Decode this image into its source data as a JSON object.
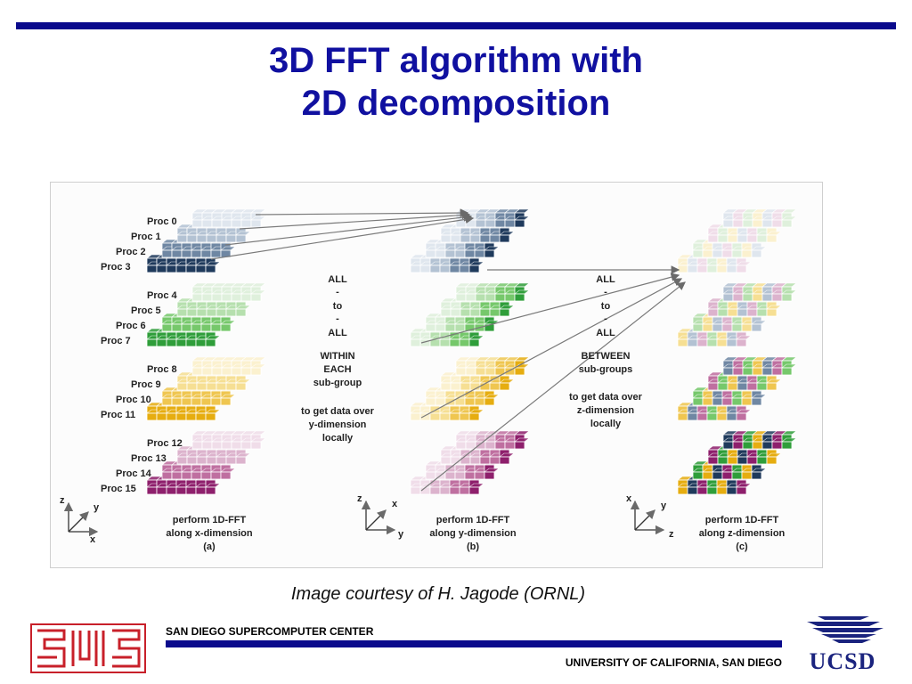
{
  "title_line1": "3D FFT algorithm with",
  "title_line2": "2D decomposition",
  "caption": "Image courtesy of H. Jagode (ORNL)",
  "footer": {
    "sdsc": "SAN DIEGO SUPERCOMPUTER CENTER",
    "uc": "UNIVERSITY OF CALIFORNIA, SAN DIEGO",
    "ucsd": "UCSD"
  },
  "figure": {
    "procs": [
      "Proc 0",
      "Proc 1",
      "Proc 2",
      "Proc 3",
      "Proc 4",
      "Proc 5",
      "Proc 6",
      "Proc 7",
      "Proc 8",
      "Proc 9",
      "Proc 10",
      "Proc 11",
      "Proc 12",
      "Proc 13",
      "Proc 14",
      "Proc 15"
    ],
    "colors": {
      "blue": [
        "#dfe6ee",
        "#b3c2d3",
        "#6f87a3",
        "#1f3a5c"
      ],
      "green": [
        "#dff0dc",
        "#b6e0ae",
        "#76c86b",
        "#2f9e3a"
      ],
      "yellow": [
        "#fbf1cf",
        "#f6df93",
        "#efc650",
        "#e6ad10"
      ],
      "purple": [
        "#f0dde9",
        "#dcb3cd",
        "#bf6fa0",
        "#8e1f6c"
      ]
    },
    "within": {
      "l1": "ALL",
      "l2": "-",
      "l3": "to",
      "l4": "-",
      "l5": "ALL",
      "l6": "WITHIN",
      "l7": "EACH",
      "l8": "sub-group",
      "l9": "to get data over",
      "l10": "y-dimension",
      "l11": "locally"
    },
    "between": {
      "l1": "ALL",
      "l2": "-",
      "l3": "to",
      "l4": "-",
      "l5": "ALL",
      "l6": "BETWEEN",
      "l7": "sub-groups",
      "l8": "to get data over",
      "l9": "z-dimension",
      "l10": "locally"
    },
    "steps": {
      "a": {
        "l1": "perform 1D-FFT",
        "l2": "along x-dimension",
        "l3": "(a)"
      },
      "b": {
        "l1": "perform 1D-FFT",
        "l2": "along y-dimension",
        "l3": "(b)"
      },
      "c": {
        "l1": "perform 1D-FFT",
        "l2": "along z-dimension",
        "l3": "(c)"
      }
    },
    "axes": {
      "a": {
        "up": "z",
        "diag": "y",
        "right": "x"
      },
      "b": {
        "up": "z",
        "diag": "x",
        "right": "y"
      },
      "c": {
        "up": "x",
        "diag": "y",
        "right": "z"
      }
    }
  }
}
